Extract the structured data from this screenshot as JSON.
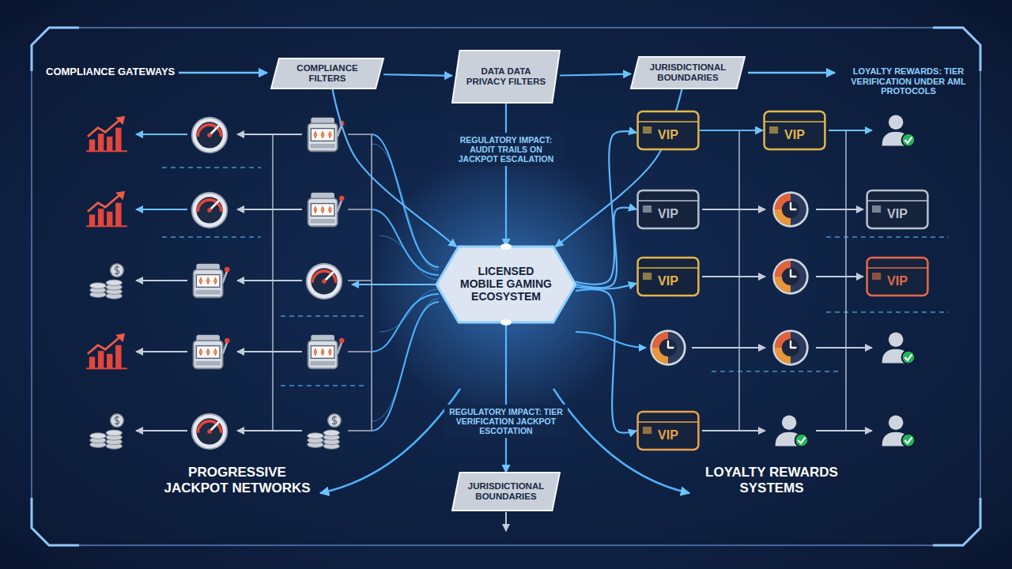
{
  "diagram": {
    "nodes": [
      {
        "text": [
          "COMPLIANCE FILTERS"
        ]
      },
      {
        "text": [
          "DATA DATA PRIVACY FILTERS"
        ]
      },
      {
        "text": [
          "JURISDICTIONAL BOUNDARIES"
        ]
      },
      {
        "text": [
          "VIP"
        ]
      },
      {
        "text": [
          "VIP"
        ]
      },
      {
        "text": [
          "VIP"
        ]
      },
      {
        "text": [
          "VIP"
        ]
      },
      {
        "text": [
          "VIP"
        ]
      },
      {
        "text": [
          "VIP"
        ]
      },
      {
        "text": [
          "LICENSED MOBILE GAMING ECOSYSTEM"
        ]
      },
      {
        "text": [
          "VIP"
        ]
      },
      {
        "text": [
          "JURISDICTIONAL BOUNDARIES"
        ]
      }
    ],
    "edges": [
      {
        "from": 0,
        "to": 1,
        "arrow": "to"
      },
      {
        "from": 1,
        "to": 2,
        "arrow": "to"
      },
      {
        "from": 0,
        "to": 9,
        "arrow": "to"
      },
      {
        "from": 1,
        "to": 9,
        "arrow": "to"
      },
      {
        "from": 2,
        "to": 9,
        "arrow": "to"
      },
      {
        "from": 9,
        "to": 11,
        "arrow": "to"
      },
      {
        "from": 3,
        "to": 4,
        "arrow": "to"
      },
      {
        "from": 9,
        "to": 3,
        "arrow": "to"
      },
      {
        "from": 9,
        "to": 5,
        "arrow": "to"
      },
      {
        "from": 9,
        "to": 7,
        "arrow": "to"
      },
      {
        "from": 9,
        "to": 10,
        "arrow": "to"
      }
    ],
    "labels": [
      "COMPLIANCE GATEWAYS",
      "LOYALTY REWARDS: TIER VERIFICATION UNDER AML PROTOCOLS",
      "REGULATORY IMPACT: AUDIT TRAILS ON JACKPOT ESCALATION",
      "REGULATORY IMPACT: TIER VERIFICATION JACKPOT ESCOTATION",
      "PROGRESSIVE JACKPOT NETWORKS",
      "LOYALTY REWARDS SYSTEMS"
    ]
  }
}
